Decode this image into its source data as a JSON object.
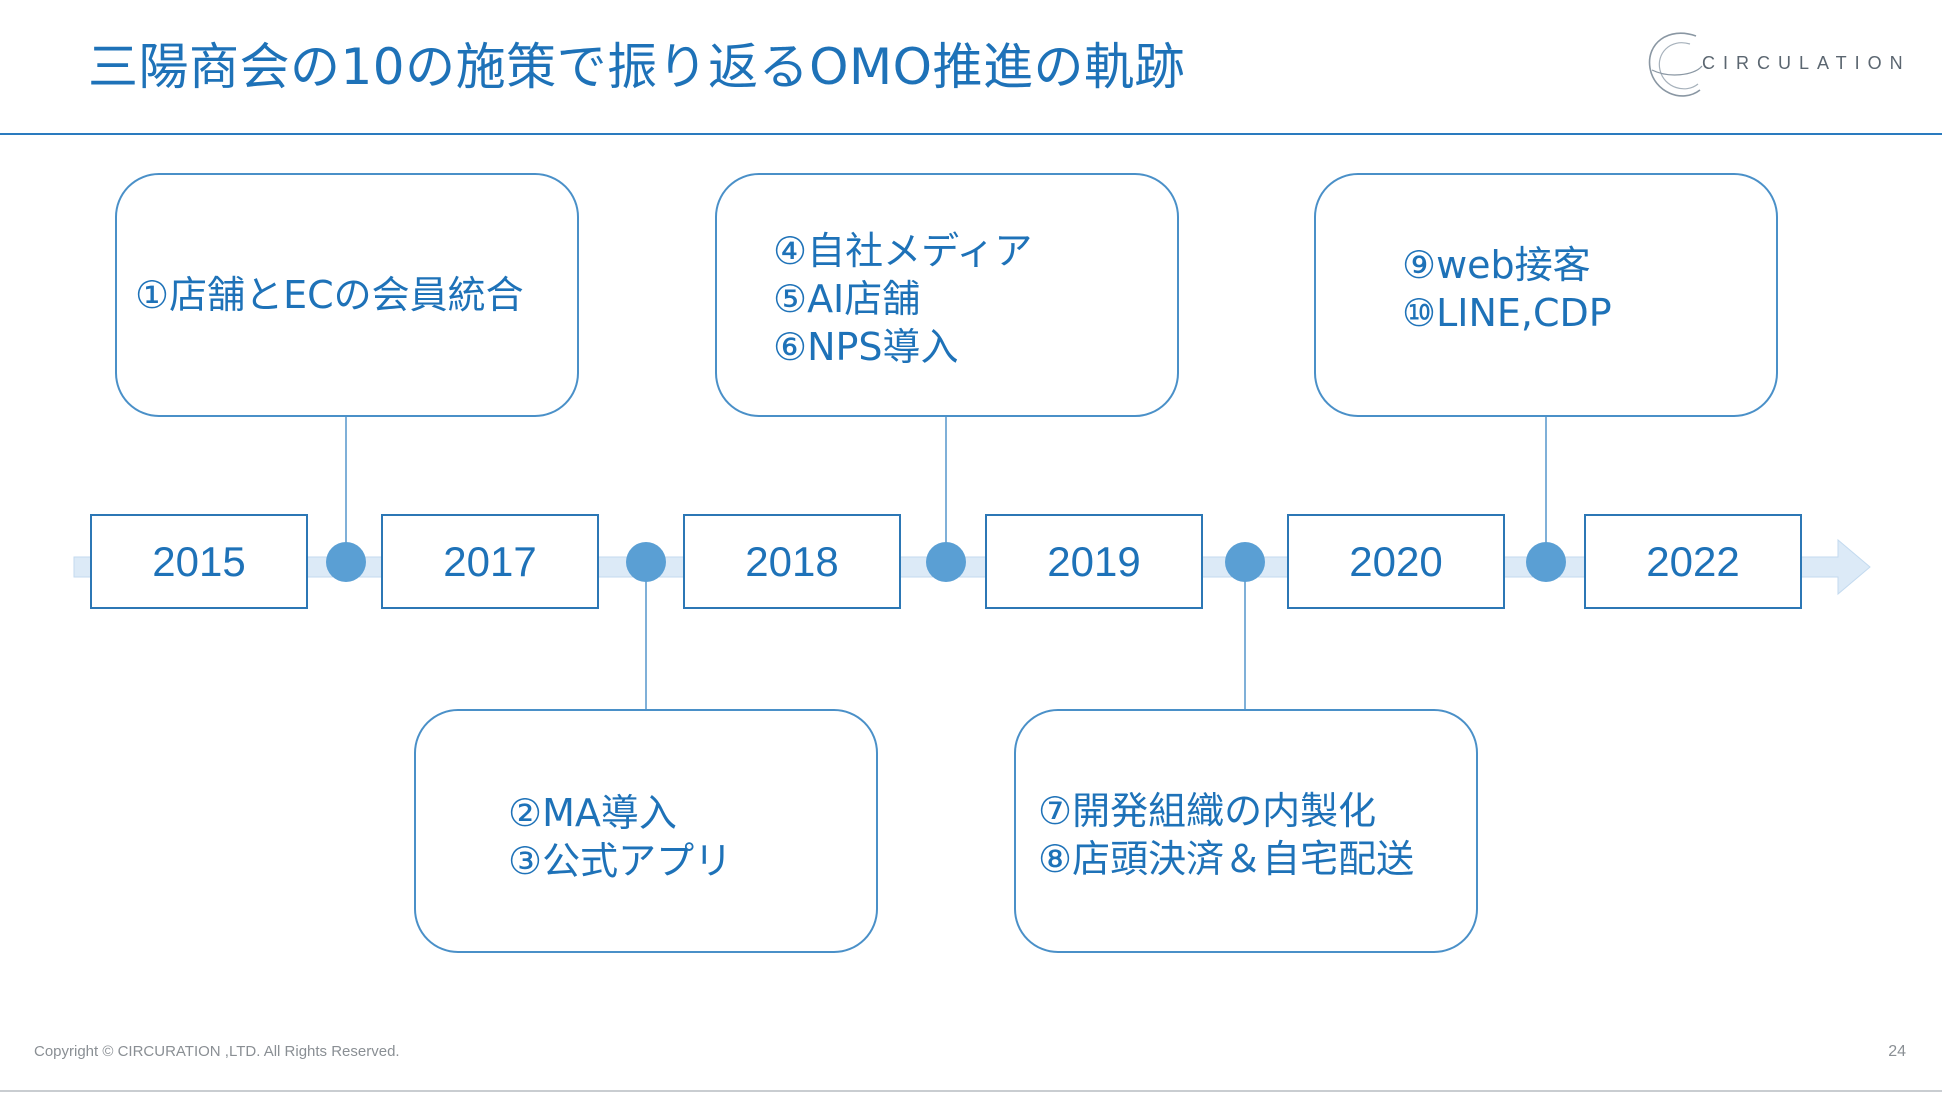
{
  "header": {
    "title": "三陽商会の10の施策で振り返るOMO推進の軌跡",
    "logo_text": "CIRCULATION"
  },
  "timeline": {
    "years": [
      "2015",
      "2017",
      "2018",
      "2019",
      "2020",
      "2022"
    ],
    "milestones_above": [
      {
        "lines": [
          "①店舗とECの会員統合"
        ]
      },
      {
        "lines": [
          "④自社メディア",
          "⑤AI店舗",
          "⑥NPS導入"
        ]
      },
      {
        "lines": [
          "⑨web接客",
          "⑩LINE,CDP"
        ]
      }
    ],
    "milestones_below": [
      {
        "lines": [
          "②MA導入",
          "③公式アプリ"
        ]
      },
      {
        "lines": [
          "⑦開発組織の内製化",
          "⑧店頭決済＆自宅配送"
        ]
      }
    ]
  },
  "footer": {
    "copyright": "Copyright © CIRCURATION ,LTD. All Rights Reserved.",
    "page_number": "24"
  },
  "colors": {
    "accent": "#1e72b8",
    "dot": "#5a9fd4",
    "arrow": "#dceaf7",
    "connector": "#7fb0d8"
  }
}
